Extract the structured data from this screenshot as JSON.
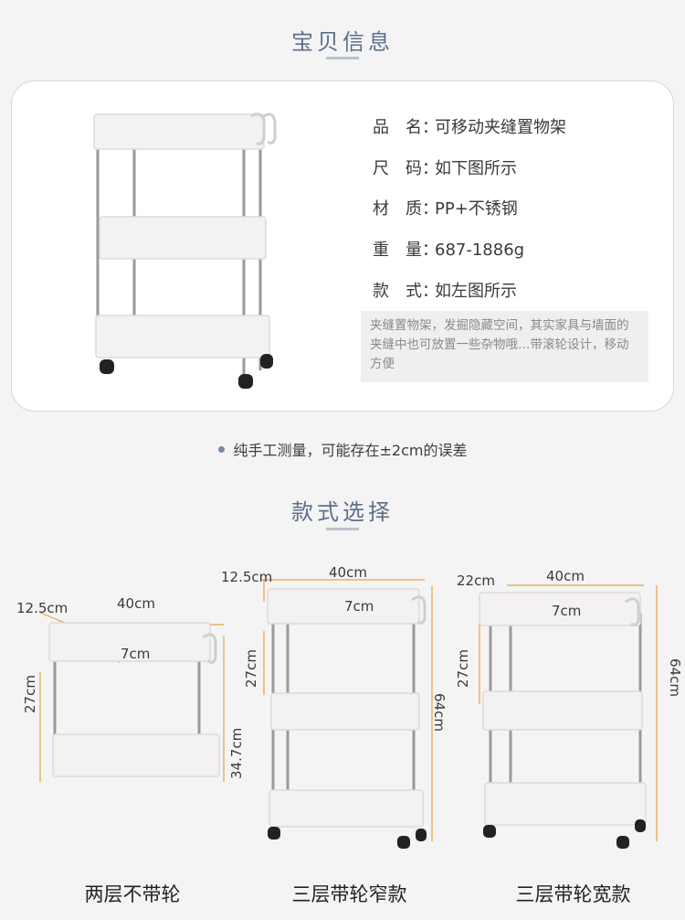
{
  "section1_title": "宝贝信息",
  "specs": [
    {
      "key": "品　名：",
      "value": "可移动夹缝置物架"
    },
    {
      "key": "尺　码：",
      "value": "如下图所示"
    },
    {
      "key": "材　质：",
      "value": "PP+不锈钢"
    },
    {
      "key": "重　量：",
      "value": "687-1886g"
    },
    {
      "key": "款　式：",
      "value": "如左图所示"
    }
  ],
  "description": "夹缝置物架，发掘隐藏空间，其实家具与墙面的夹缝中也可放置一些杂物哦…带滚轮设计，移动方便",
  "note": "纯手工测量，可能存在±2cm的误差",
  "section2_title": "款式选择",
  "styles": [
    {
      "caption": "两层不带轮",
      "depth": "12.5cm",
      "width": "40cm",
      "basket": "7cm",
      "tier": "27cm",
      "height": "34.7cm"
    },
    {
      "caption": "三层带轮窄款",
      "depth": "12.5cm",
      "width": "40cm",
      "basket": "7cm",
      "tier": "27cm",
      "height": "64cm"
    },
    {
      "caption": "三层带轮宽款",
      "depth": "22cm",
      "width": "40cm",
      "basket": "7cm",
      "tier": "27cm",
      "height": "64cm"
    }
  ],
  "colors": {
    "accent": "#5e6f8c",
    "dimension_line": "#e8a040",
    "shelf": "#f1efef"
  }
}
